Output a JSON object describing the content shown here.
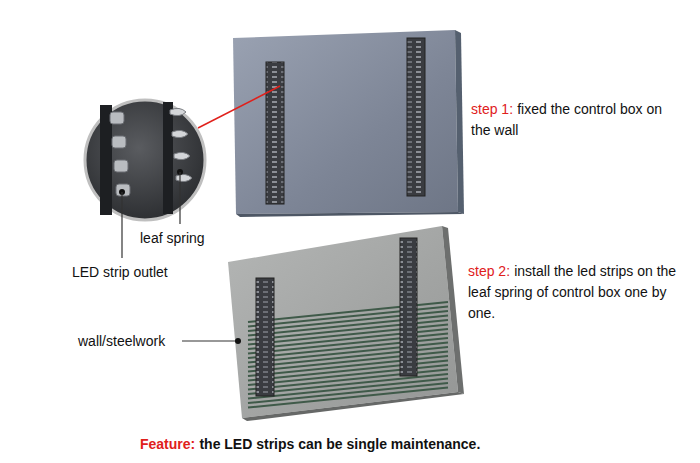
{
  "diagram": {
    "labels": [
      "step 1:",
      "fixed the control box on the wall",
      "leaf spring",
      "LED strip outlet",
      "step 2:",
      "install the led strips on the leaf spring of control box one by one.",
      "wall/steelwork",
      "Feature:",
      "the LED strips can be single maintenance."
    ]
  }
}
